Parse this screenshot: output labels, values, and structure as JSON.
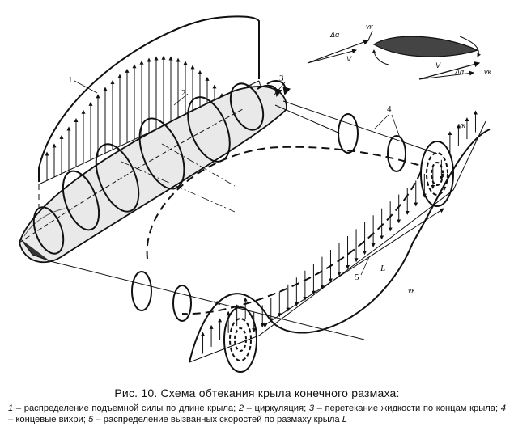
{
  "figure": {
    "labels": {
      "n1": "1",
      "n2": "2",
      "n3": "3",
      "n4": "4",
      "n5": "5",
      "span": "L",
      "vk_1": "vк",
      "vk_2": "vк",
      "vk_3": "vк",
      "vk_4": "vк",
      "vk_5": "vк",
      "v_1": "V",
      "v_2": "V",
      "dalpha_1": "Δα",
      "dalpha_2": "Δα"
    }
  },
  "caption": {
    "title": "Рис. 10. Схема обтекания крыла конечного размаха:",
    "items": [
      {
        "num": "1",
        "text": "распределение подъемной силы по длине крыла;"
      },
      {
        "num": "2",
        "text": "циркуляция;"
      },
      {
        "num": "3",
        "text": "перетекание жидкости по концам крыла;"
      },
      {
        "num": "4",
        "text": "концевые вихри;"
      },
      {
        "num": "5",
        "text": "распределение вызванных скоростей по размаху крыла"
      }
    ],
    "span_symbol": "L"
  }
}
